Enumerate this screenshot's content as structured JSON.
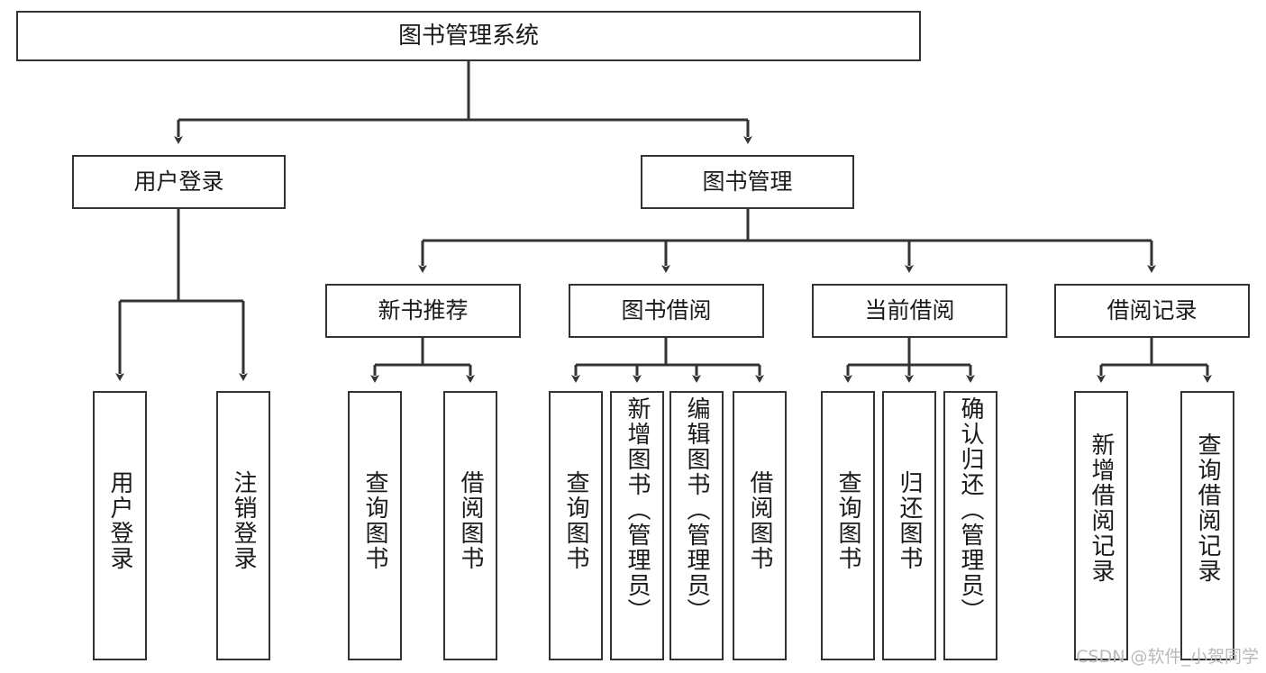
{
  "diagram": {
    "title": "图书管理系统",
    "type": "hierarchy-tree",
    "watermark": "CSDN @软件_小贺同学",
    "colors": {
      "box_border": "#333333",
      "box_fill": "#ffffff",
      "connector": "#333333",
      "text": "#1a1a1a",
      "watermark": "#b9b9b9"
    },
    "nodes": {
      "root": {
        "label": "图书管理系统",
        "level": 1
      },
      "user_login": {
        "label": "用户登录",
        "level": 2
      },
      "book_manage": {
        "label": "图书管理",
        "level": 2
      },
      "new_book_rec": {
        "label": "新书推荐",
        "level": 3
      },
      "book_borrow": {
        "label": "图书借阅",
        "level": 3
      },
      "current_borrow": {
        "label": "当前借阅",
        "level": 3
      },
      "borrow_record": {
        "label": "借阅记录",
        "level": 3
      },
      "leaf_user_login": {
        "label": "用户登录",
        "level": 4
      },
      "leaf_logout": {
        "label": "注销登录",
        "level": 4
      },
      "leaf_query_book_1": {
        "label": "查询图书",
        "level": 4
      },
      "leaf_borrow_book_1": {
        "label": "借阅图书",
        "level": 4
      },
      "leaf_query_book_2": {
        "label": "查询图书",
        "level": 4
      },
      "leaf_add_book": {
        "label": "新增图书（管理员）",
        "level": 4
      },
      "leaf_edit_book": {
        "label": "编辑图书（管理员）",
        "level": 4
      },
      "leaf_borrow_book_2": {
        "label": "借阅图书",
        "level": 4
      },
      "leaf_query_book_3": {
        "label": "查询图书",
        "level": 4
      },
      "leaf_return_book": {
        "label": "归还图书",
        "level": 4
      },
      "leaf_confirm_return": {
        "label": "确认归还（管理员）",
        "level": 4
      },
      "leaf_add_record": {
        "label": "新增借阅记录",
        "level": 4
      },
      "leaf_query_record": {
        "label": "查询借阅记录",
        "level": 4
      }
    }
  }
}
